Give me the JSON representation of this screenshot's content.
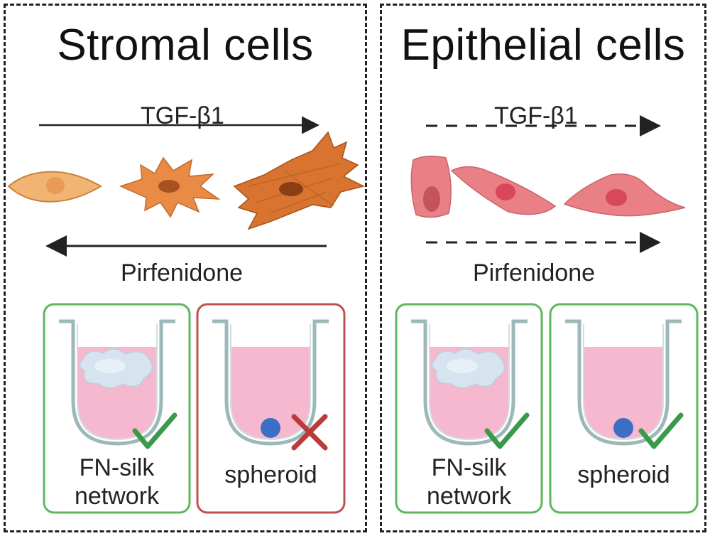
{
  "stromal": {
    "title": "Stromal cells",
    "arrow_top_label": "TGF-β1",
    "arrow_bottom_label": "Pirfenidone",
    "cells": [
      "cell",
      "cell",
      "cell"
    ],
    "tubes": [
      {
        "label_line1": "FN-silk",
        "label_line2": "network",
        "status": "check"
      },
      {
        "label_line1": "spheroid",
        "label_line2": "",
        "status": "cross"
      }
    ]
  },
  "epithelial": {
    "title": "Epithelial cells",
    "arrow_top_label": "TGF-β1",
    "arrow_bottom_label": "Pirfenidone",
    "tubes": [
      {
        "label_line1": "FN-silk",
        "label_line2": "network",
        "status": "check"
      },
      {
        "label_line1": "spheroid",
        "label_line2": "",
        "status": "check"
      }
    ]
  },
  "colors": {
    "box_ok": "#5cb85c",
    "box_fail": "#c0504d",
    "check": "#3a9a4a",
    "cross": "#b83c3c",
    "medium": "#f6b8cf",
    "spheroid": "#3a6fc4",
    "stromal_cell_1": "#f2b472",
    "stromal_cell_2": "#e98b45",
    "stromal_cell_3": "#d8742f",
    "epithelial_cell": "#e88086"
  }
}
